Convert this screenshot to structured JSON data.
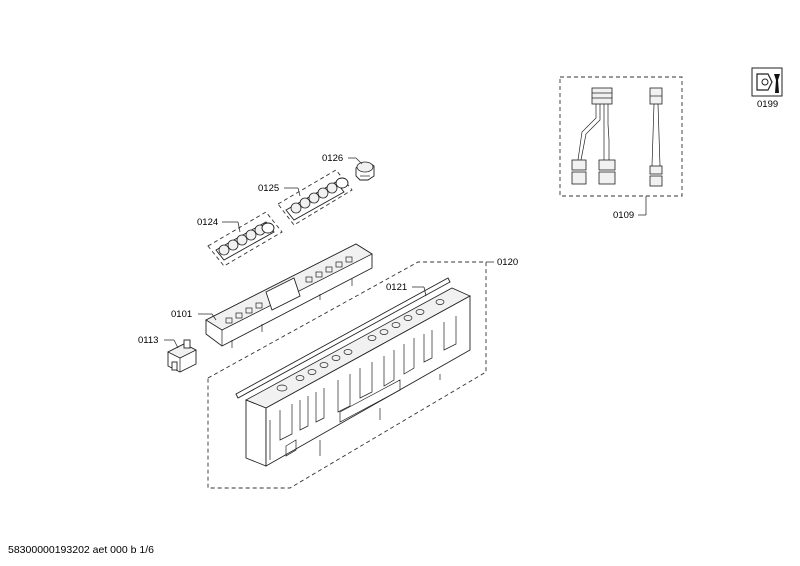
{
  "labels": {
    "p0101": "0101",
    "p0109": "0109",
    "p0113": "0113",
    "p0120": "0120",
    "p0121": "0121",
    "p0124": "0124",
    "p0125": "0125",
    "p0126": "0126",
    "p0199": "0199"
  },
  "footer": "58300000193202 aet 000 b 1/6"
}
